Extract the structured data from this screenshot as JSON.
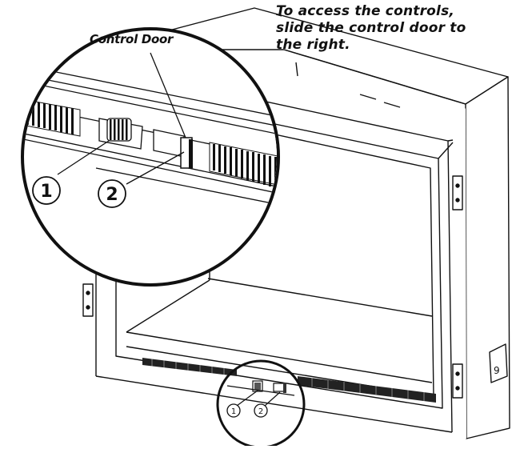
{
  "instruction": {
    "line1": "To access the controls,",
    "line2": "slide the control door to",
    "line3": "the right."
  },
  "callout": {
    "label": "Control Door"
  },
  "markers": {
    "one": "1",
    "two": "2"
  },
  "colors": {
    "line": "#111111",
    "vent": "#222222",
    "background": "#ffffff"
  }
}
